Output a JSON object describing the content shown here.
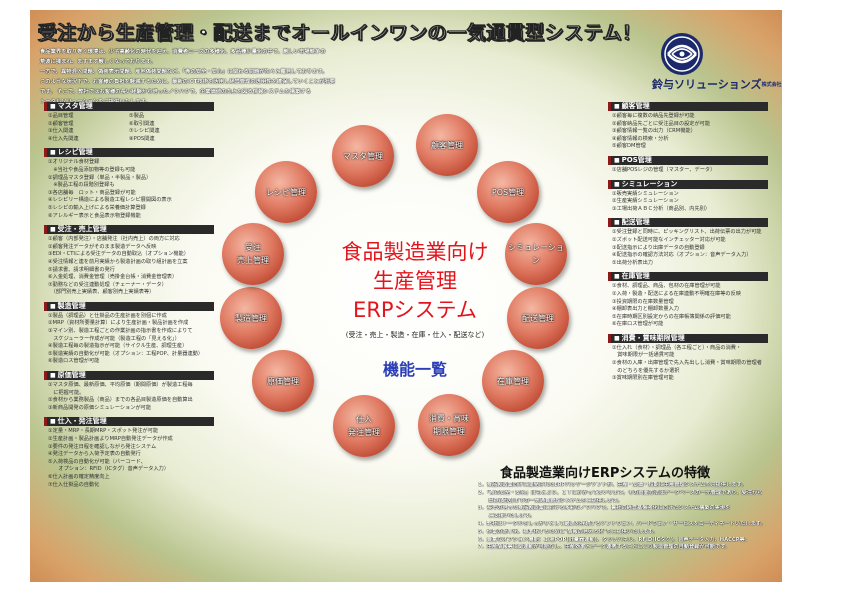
{
  "title": "受注から生産管理・配送までオールインワンの一気通貫型システム！",
  "intro": [
    "食品業界を取り巻く環境は、少子高齢化の時代を迎え、消費者ニーズの多様化、多品種少量化の中で、厳しい市場競争の",
    "荒波に揉まれ、ますます厳しくなっております。",
    "一方で、異物混入問題、偽装表示問題、産地偽装問題など、「食の安全・安心」に関わる問題が次々と露見しております。",
    "このような状況下で、お客様の負担を軽減するために、最新のICT技術を活用し経営管理の透明性を確保していくことが肝要",
    "です。 そこで、弊社ではお客様の長い経験から培ったノウハウで、企業価値の向上を図る情報システムを構築する",
    "トータルソリューションをご提供いたします。"
  ],
  "logo": {
    "name": "鈴与ソリューションズ",
    "suffix": "株式会社",
    "mark_color": "#1c2a6b"
  },
  "left_sections": [
    {
      "heading": "マスタ管理",
      "two_col": true,
      "items": [
        "①品目管理",
        "⑤製品",
        "②顧客管理",
        "⑥取引関連",
        "③仕入関連",
        "⑦レシピ関連",
        "④仕入先関連",
        "⑧POS関連"
      ]
    },
    {
      "heading": "レシピ管理",
      "two_col": false,
      "items": [
        "①オリジナル食材登録",
        "　※当社や食品添加物等の登録も可能",
        "②調理品マスタ登録（単品・半製品・製品）",
        "　※製品工程の段階別登録も",
        "③各店舗毎　ロット・商品登録が可能",
        "④レシピリー構造による製造工程レシピ展開図の表示",
        "⑤レシピの輸入上げによる栄養価計算登録",
        "⑥アレルギー表示と食品表示物登録機能"
      ]
    },
    {
      "heading": "受注・売上管理",
      "two_col": false,
      "items": [
        "①顧客（内部発注）・店舗発注（社内売上）の両方に対応",
        "②顧客発注データがそのまま製造データへ反映",
        "③EDI・CTIによる受注データの自動取込（オプション機能）",
        "④受注情報と連を前月実績から製造計画の取り組計画を立案",
        "⑤請求書、請求明細書の発行",
        "⑥入金処理、消費金管理（売掛金台帳・消費金管理表）",
        "⑦勤務などの受注連動処理（チェーナー・データ）",
        "　（部門別売上実績表、顧客別売上実績表等）"
      ]
    },
    {
      "heading": "製造管理",
      "two_col": false,
      "items": [
        "①製品（調理品）と仕掛品の生産計画を別個に作成",
        "②MRP（資材所要量計算）により生産計画・製品計画を作成",
        "③マイン別、製造工程ごとの作業計画の指示書を作成によりて",
        "　スケジューラー作成が可能（製造工程の「見える化」）",
        "④製造工程毎の製造指示が可能（サイクル生産、調理生産）",
        "⑤製造実績の自動化が可能（オプション：工程POP、計量器連動）",
        "⑥製造ロス管理が可能"
      ]
    },
    {
      "heading": "原価管理",
      "two_col": false,
      "items": [
        "①マスタ原価、最新原価、平均原価（期間原価）が製造工程毎",
        "　に把握可能。",
        "②食材から業務製品（商品）までの各品目製造原価を自動算出",
        "③新商品開発の原価シミュレーションが可能"
      ]
    },
    {
      "heading": "仕入・発注管理",
      "two_col": false,
      "items": [
        "①定量・MRP・長期MRP・スポット発注が可能",
        "②生産計画・製品計画よりMRP自動発注データが作成",
        "③要件の発注日程を確認しながら発注システム",
        "④発注データから入荷予定表の自動発行",
        "⑤入荷検品の自動化が可能（バーコード、",
        "　　オプション：RFID（ICタグ）音声データ入力）",
        "⑥仕入計画の確定精度向上",
        "⑦仕入仕掛品の自動化"
      ]
    }
  ],
  "right_sections": [
    {
      "heading": "顧客管理",
      "items": [
        "①顧客毎に複数の納品先登録が可能",
        "②顧客納品先ごとに受注品目の設定が可能",
        "③顧客情報一覧の出力（CRM機能）",
        "④顧客情報の検索・分析",
        "⑤顧客DM管理"
      ]
    },
    {
      "heading": "POS管理",
      "items": [
        "①店舗POSレジの管理（マスター、データ）"
      ]
    },
    {
      "heading": "シミュレーション",
      "items": [
        "①販売実績シミュレーション",
        "②生産実績シミュレーション",
        "③工場出荷ＡＢＣ分析（商品別、内先別）"
      ]
    },
    {
      "heading": "配送管理",
      "items": [
        "①受注登録と同時に、ピッキングリスト、出荷伝票の出力が可能",
        "②ズボット配送可能なインチェッター対応が可能",
        "③配送指示により出庫データの自動登録",
        "④配送指示の確認方法対応（オプション：音声データ入力）",
        "⑤出荷分析表出力"
      ]
    },
    {
      "heading": "在庫管理",
      "items": [
        "①食材、調理品、商品、包材の在庫管理が可能",
        "②入荷・製造・配送による在庫連動不明確在庫等の反映",
        "③投資期限の在庫数量管理",
        "④棚卸表出力と棚卸数量入力",
        "⑤在庫時期区別設定からの在庫帳簿関係の評価可能",
        "⑥在庫ロス管理が可能"
      ]
    },
    {
      "heading": "消費・賞味期限管理",
      "items": [
        "①仕入れ（食材）・調理品（各工程ごと）・商品の消費・",
        "　賞味期限が一括通貫可能",
        "②食材の入庫・出庫管理で先入先出しし消費・賞味期限の管理者",
        "　のどちらを優先するか選択",
        "③賞味期限別在庫管理可能"
      ]
    }
  ],
  "bubbles": [
    "マスタ管理",
    "顧客管理",
    "POS管理",
    "シミュレーション",
    "配送管理",
    "在庫管理",
    "消費・賞味\n期限管理",
    "仕入\n発注管理",
    "原価管理",
    "製造管理",
    "受注\n売上管理",
    "レシピ管理"
  ],
  "center": {
    "main": "食品製造業向け\n生産管理\nERPシステム",
    "sub": "(受注・売上・製造・在庫・仕入・配送など)",
    "kino": "機能一覧"
  },
  "features_title": "食品製造業向けERPシステムの特徴",
  "features": [
    "1．食品製造業向けに開発されたERPパッケージソフトが、生産・安価・短期に生産管理システムをご提供します。",
    "2．「食の安全・安心」はもとより、ＩＴにかかってまいります。その両面方法はデータベースの一元管理であり、受注から",
    "　　出荷(配送)までの一気通貫管理システムをご提供します。",
    "3．長年の培った食品製造業における多彩なノウハウで、貴社の経営基盤強化に向けたシステム構築の実現を",
    "　　ご支援いたします。",
    "4．弊社はトータルをしっかりとして最適を存続するソフトウェア、ハードウェア・サービスをコーディネートいたします。",
    "5．作業の効率化、標準化するために\"情報の見える化\"をご提供いたします。",
    "6．豊富なオプション機能：工場POP(計量器連動)、タッチパネル、RFID(ICタグ)、音声データ入力、HACCP等。",
    "7．生産情報等に関連動が可能なし、生産効率とデータ連携することにより製造管理の自動登録が可能です。"
  ]
}
